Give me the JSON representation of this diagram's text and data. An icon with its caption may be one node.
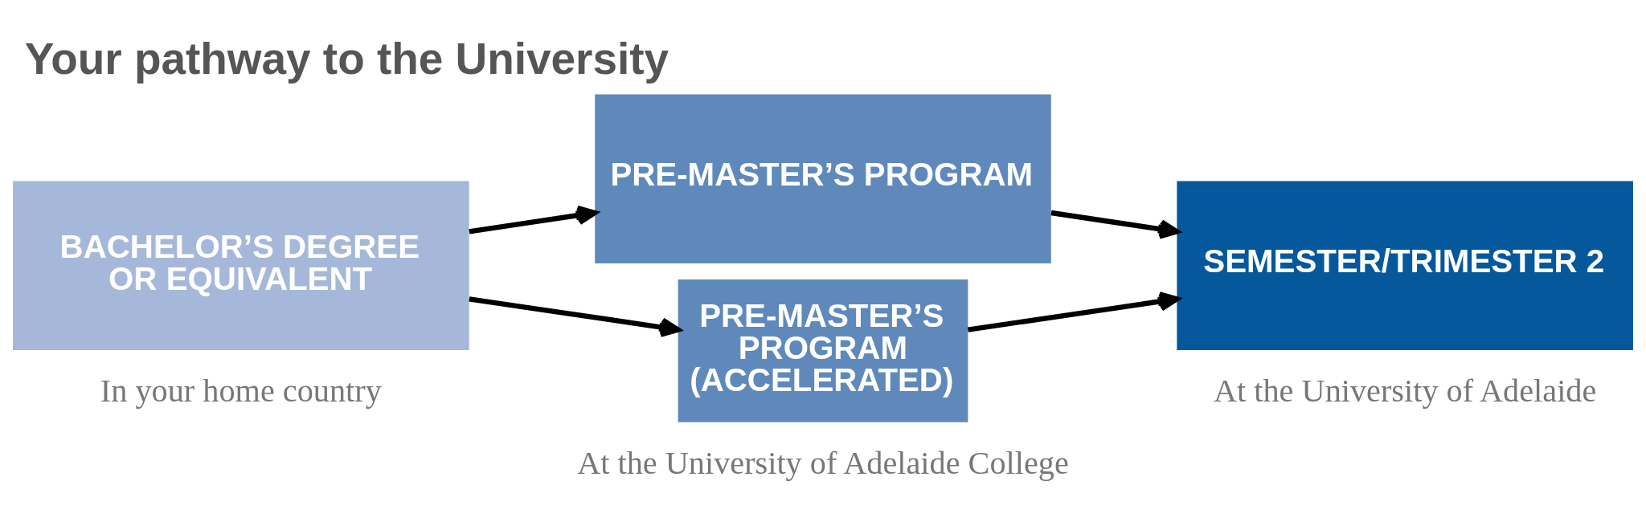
{
  "diagram": {
    "title": "Your pathway to the University",
    "nodes": [
      {
        "text": [
          "BACHELOR’S DEGREE OR EQUIVALENT"
        ]
      },
      {
        "text": [
          "PRE-MASTER’S PROGRAM"
        ]
      },
      {
        "text": [
          "PRE-MASTER’S PROGRAM (ACCELERATED)"
        ]
      },
      {
        "text": [
          "SEMESTER/TRIMESTER 2"
        ]
      }
    ],
    "edges": [
      {
        "from": 0,
        "to": 1,
        "arrow": "to"
      },
      {
        "from": 0,
        "to": 2,
        "arrow": "to"
      },
      {
        "from": 1,
        "to": 3,
        "arrow": "to"
      },
      {
        "from": 2,
        "to": 3,
        "arrow": "to"
      }
    ],
    "labels": [
      "In your home country",
      "At the University of Adelaide College",
      "At the University of Adelaide"
    ]
  }
}
